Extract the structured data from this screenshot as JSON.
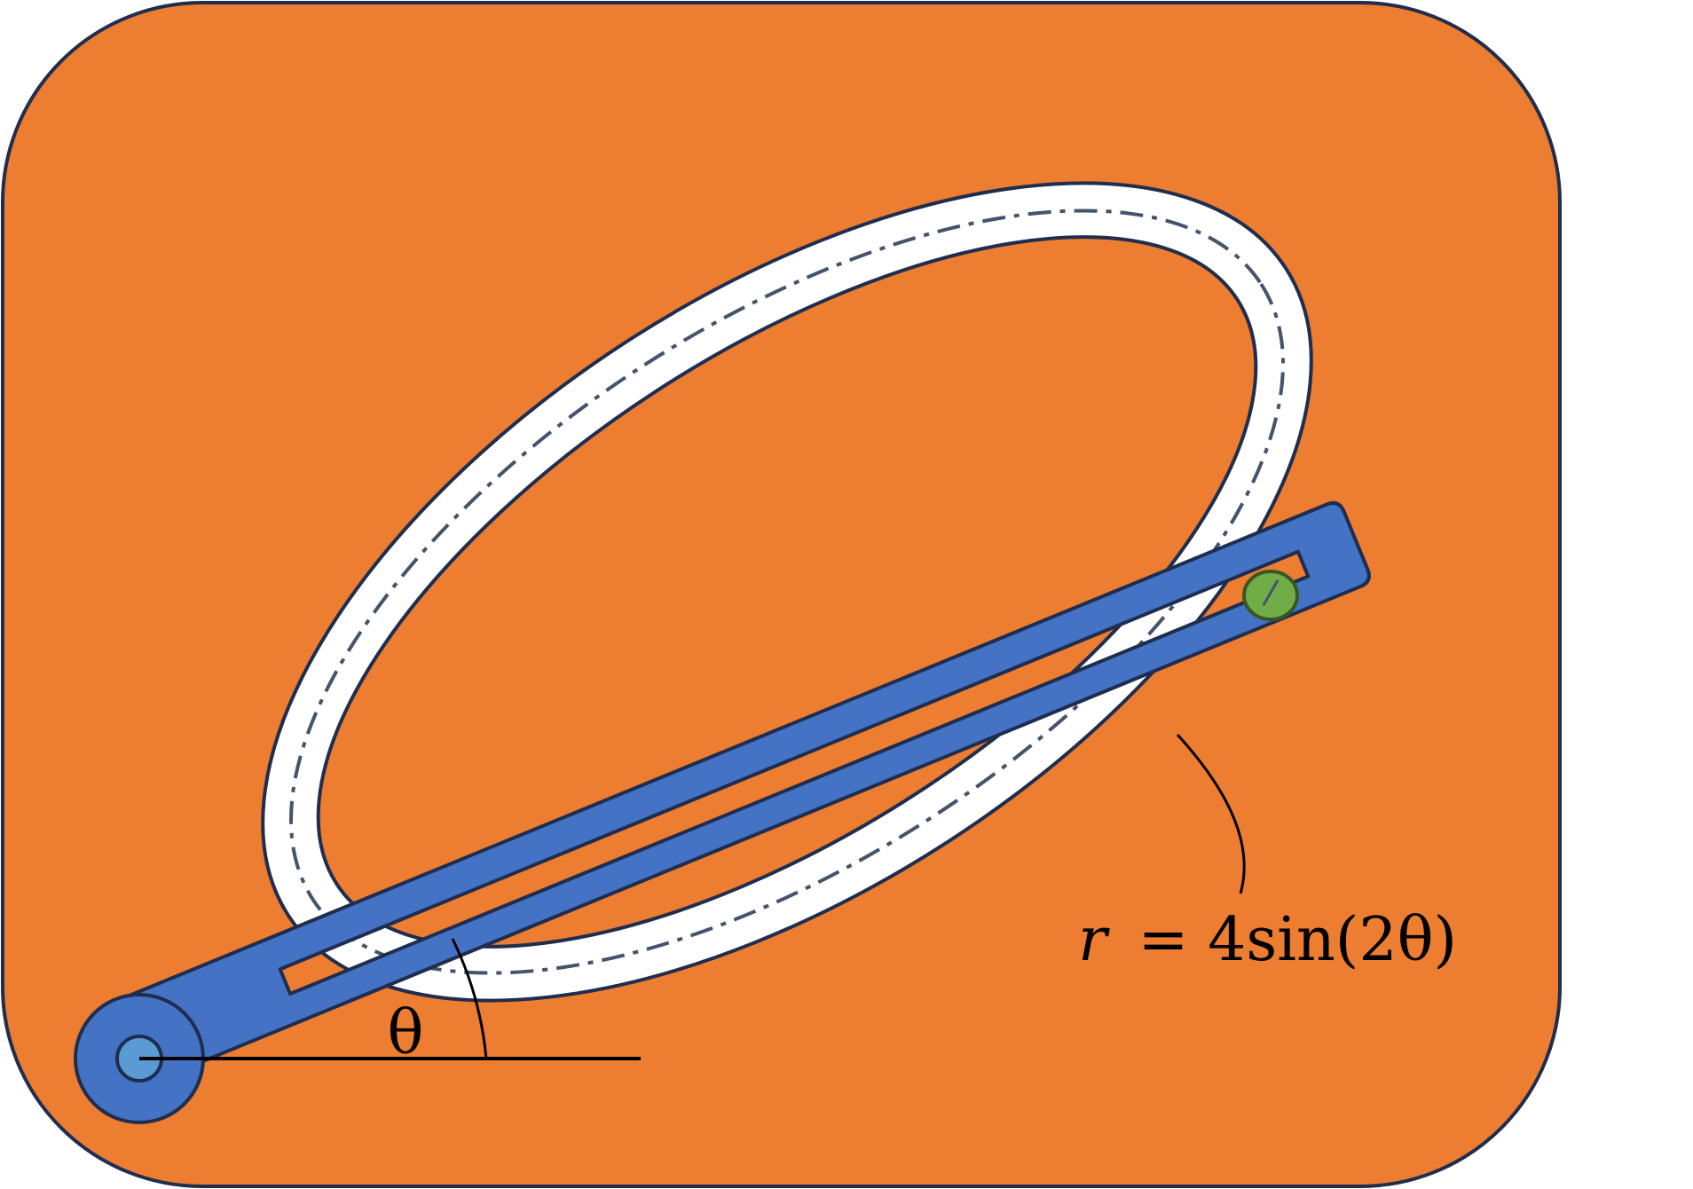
{
  "diagram": {
    "angle_label": "θ",
    "equation": {
      "var": "r",
      "rhs": "= 4sin(2θ)"
    }
  },
  "colors": {
    "panel": "#ED7D31",
    "outline": "#1F2D4E",
    "track": "#FFFFFF",
    "track_centerline": "#44546A",
    "arm": "#4472C4",
    "pivot_inner": "#5B9BD5",
    "follower": "#70AD47",
    "follower_outline": "#385723",
    "annotation": "#000000"
  }
}
